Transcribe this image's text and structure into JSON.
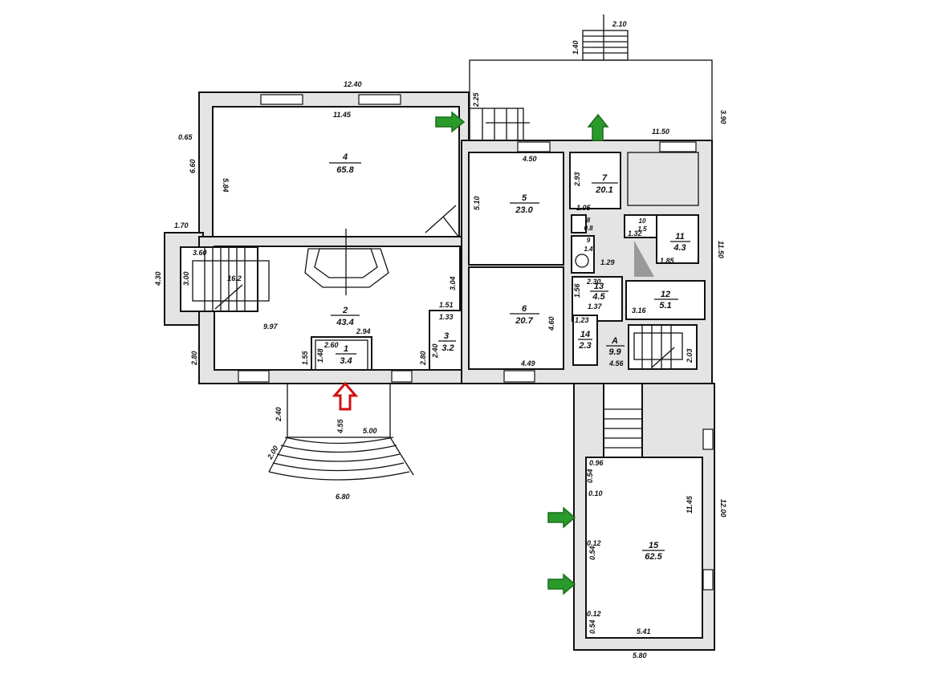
{
  "rooms": [
    {
      "num": "1",
      "area": "3.4"
    },
    {
      "num": "2",
      "area": "43.4"
    },
    {
      "num": "3",
      "area": "3.2"
    },
    {
      "num": "4",
      "area": "65.8"
    },
    {
      "num": "5",
      "area": "23.0"
    },
    {
      "num": "6",
      "area": "20.7"
    },
    {
      "num": "7",
      "area": "20.1"
    },
    {
      "num": "8",
      "area": "0.8"
    },
    {
      "num": "9",
      "area": "1.4"
    },
    {
      "num": "10",
      "area": "1.5"
    },
    {
      "num": "11",
      "area": "4.3"
    },
    {
      "num": "12",
      "area": "5.1"
    },
    {
      "num": "13",
      "area": "4.5"
    },
    {
      "num": "14",
      "area": "2.3"
    },
    {
      "num": "A",
      "area": "9.9"
    },
    {
      "num": "15",
      "area": "62.5"
    },
    {
      "num": "",
      "area": "16.2"
    }
  ],
  "dimensions": {
    "top_stair_w": "2.10",
    "top_stair_h": "1.40",
    "hall4_outer": "12.40",
    "hall4_inner": "11.45",
    "annex_stair": "2.25",
    "annex_h": "3.90",
    "annex_w": "11.50",
    "wall_thick": "0.65",
    "hall4_outer_h": "6.60",
    "hall4_inner_h": "5.84",
    "left_proj": "1.70",
    "left_proj_h": "4.30",
    "stair_h": "3.00",
    "stair_w": "3.60",
    "left_low": "2.80",
    "room2_w": "9.97",
    "room1_h_out": "1.55",
    "room1_h": "1.48",
    "room1_w": "2.60",
    "room1_w_out": "2.94",
    "wc_h_out": "2.80",
    "wc_w_out": "1.51",
    "wc_w": "1.33",
    "wc_h": "2.40",
    "room2_h": "3.04",
    "room5_h": "5.10",
    "room5_w": "4.50",
    "room6_h": "4.60",
    "room6_w": "4.49",
    "room7_h": "2.93",
    "room8_w": "1.05",
    "corr_w": "1.29",
    "room13_w": "2.30",
    "room13_h": "1.56",
    "room14_out": "1.37",
    "room14_w": "1.23",
    "roomA_w": "4.56",
    "stair2_h": "2.03",
    "room12_w": "3.16",
    "right_len": "11.50",
    "room11_h": "1.85",
    "room10_w": "1.32",
    "porch_h": "2.40",
    "porch_len": "4.55",
    "porch_w": "5.00",
    "steps_d": "2.00",
    "steps_w": "6.80",
    "room15_h": "11.45",
    "room15_out_h": "12.00",
    "room15_w": "5.41",
    "room15_out_w": "5.80",
    "r15_a": "0.96",
    "r15_b": "0.54",
    "r15_c": "0.10",
    "r15_d": "0.12",
    "r15_e": "0.54",
    "r15_f": "0.12",
    "r15_g": "0.54"
  },
  "colors": {
    "exit_arrow": "#2a9a2a",
    "main_entrance_arrow": "#d01010"
  }
}
